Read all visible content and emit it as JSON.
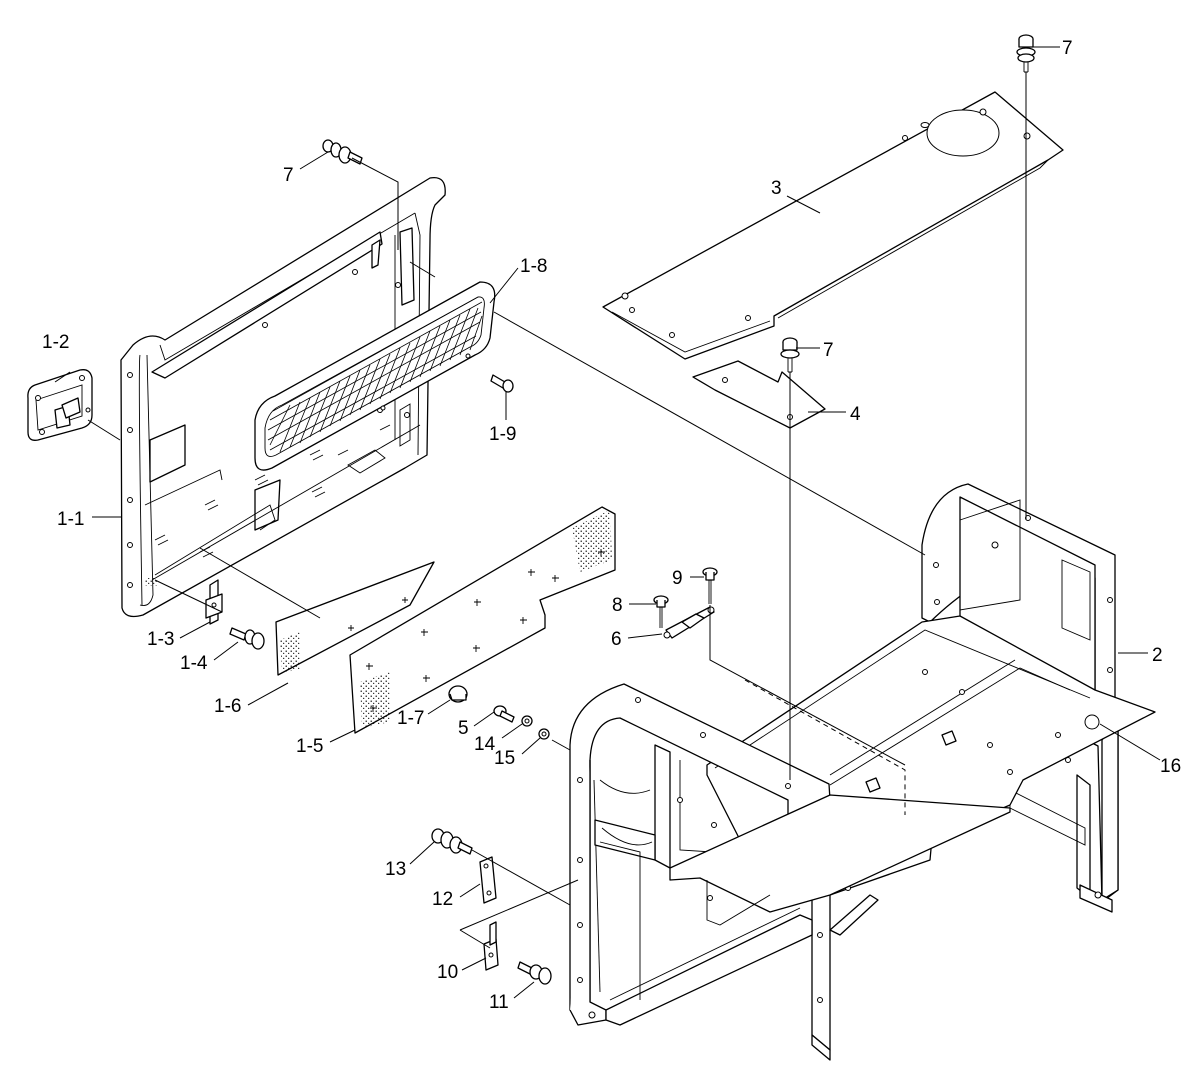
{
  "labels": {
    "l7a": "7",
    "l3": "3",
    "l7b": "7",
    "l4": "4",
    "l7c": "7",
    "l18": "1-8",
    "l12": "1-2",
    "l19": "1-9",
    "l11": "1-1",
    "l13": "1-3",
    "l14": "1-4",
    "l16": "1-6",
    "l15": "1-5",
    "l17": "1-7",
    "l9": "9",
    "l8": "8",
    "l6": "6",
    "l2": "2",
    "l5": "5",
    "l14b": "14",
    "l15b": "15",
    "l16b": "16",
    "l13b": "13",
    "l12b": "12",
    "l10": "10",
    "l11b": "11"
  }
}
